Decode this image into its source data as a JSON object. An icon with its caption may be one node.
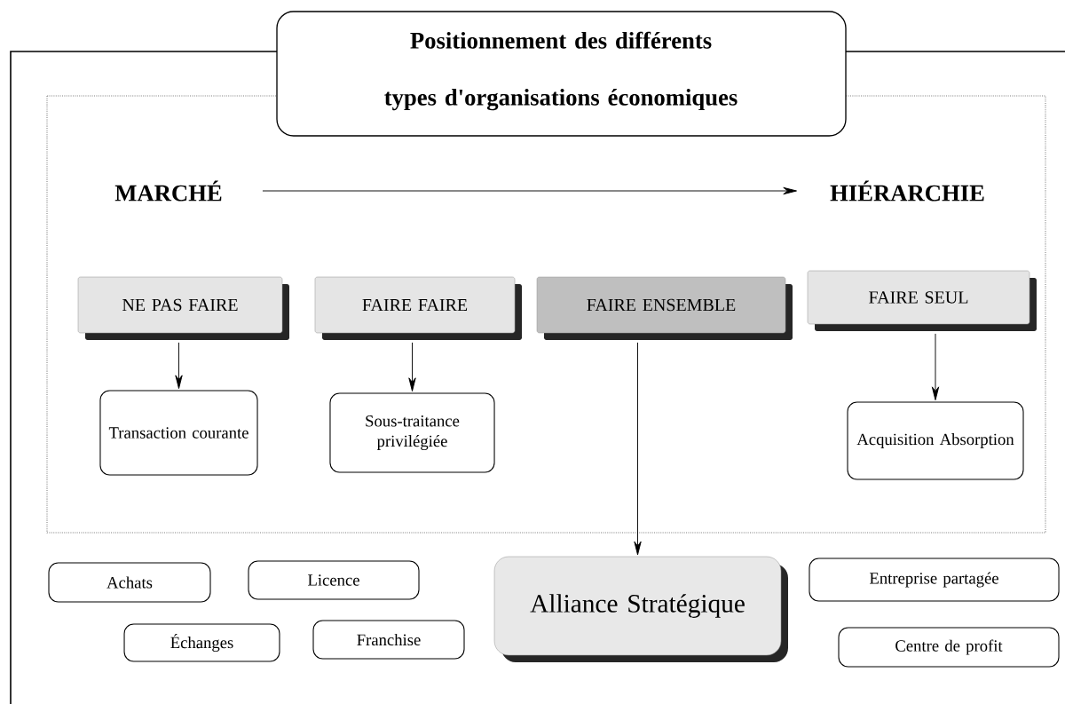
{
  "diagram": {
    "title": "Positionnement des différents types d'organisations économiques",
    "nodes": [
      {
        "text": [
          "MARCHÉ"
        ]
      },
      {
        "text": [
          "HIÉRARCHIE"
        ]
      },
      {
        "text": [
          "NE PAS FAIRE"
        ]
      },
      {
        "text": [
          "FAIRE FAIRE"
        ]
      },
      {
        "text": [
          "FAIRE ENSEMBLE"
        ]
      },
      {
        "text": [
          "FAIRE SEUL"
        ]
      },
      {
        "text": [
          "Transaction courante"
        ]
      },
      {
        "text": [
          "Sous-traitance privilégiée"
        ]
      },
      {
        "text": [
          "Acquisition Absorption"
        ]
      },
      {
        "text": [
          "Achats"
        ]
      },
      {
        "text": [
          "Licence"
        ]
      },
      {
        "text": [
          "Alliance Stratégique"
        ]
      },
      {
        "text": [
          "Entreprise partagée"
        ]
      },
      {
        "text": [
          "Échanges"
        ]
      },
      {
        "text": [
          "Franchise"
        ]
      },
      {
        "text": [
          "Centre de profit"
        ]
      }
    ],
    "edges": [
      {
        "from": 0,
        "to": 1,
        "arrow": "to"
      },
      {
        "from": 2,
        "to": 6,
        "arrow": "to"
      },
      {
        "from": 3,
        "to": 7,
        "arrow": "to"
      },
      {
        "from": 4,
        "to": 11,
        "arrow": "to"
      },
      {
        "from": 5,
        "to": 8,
        "arrow": "to"
      }
    ]
  }
}
